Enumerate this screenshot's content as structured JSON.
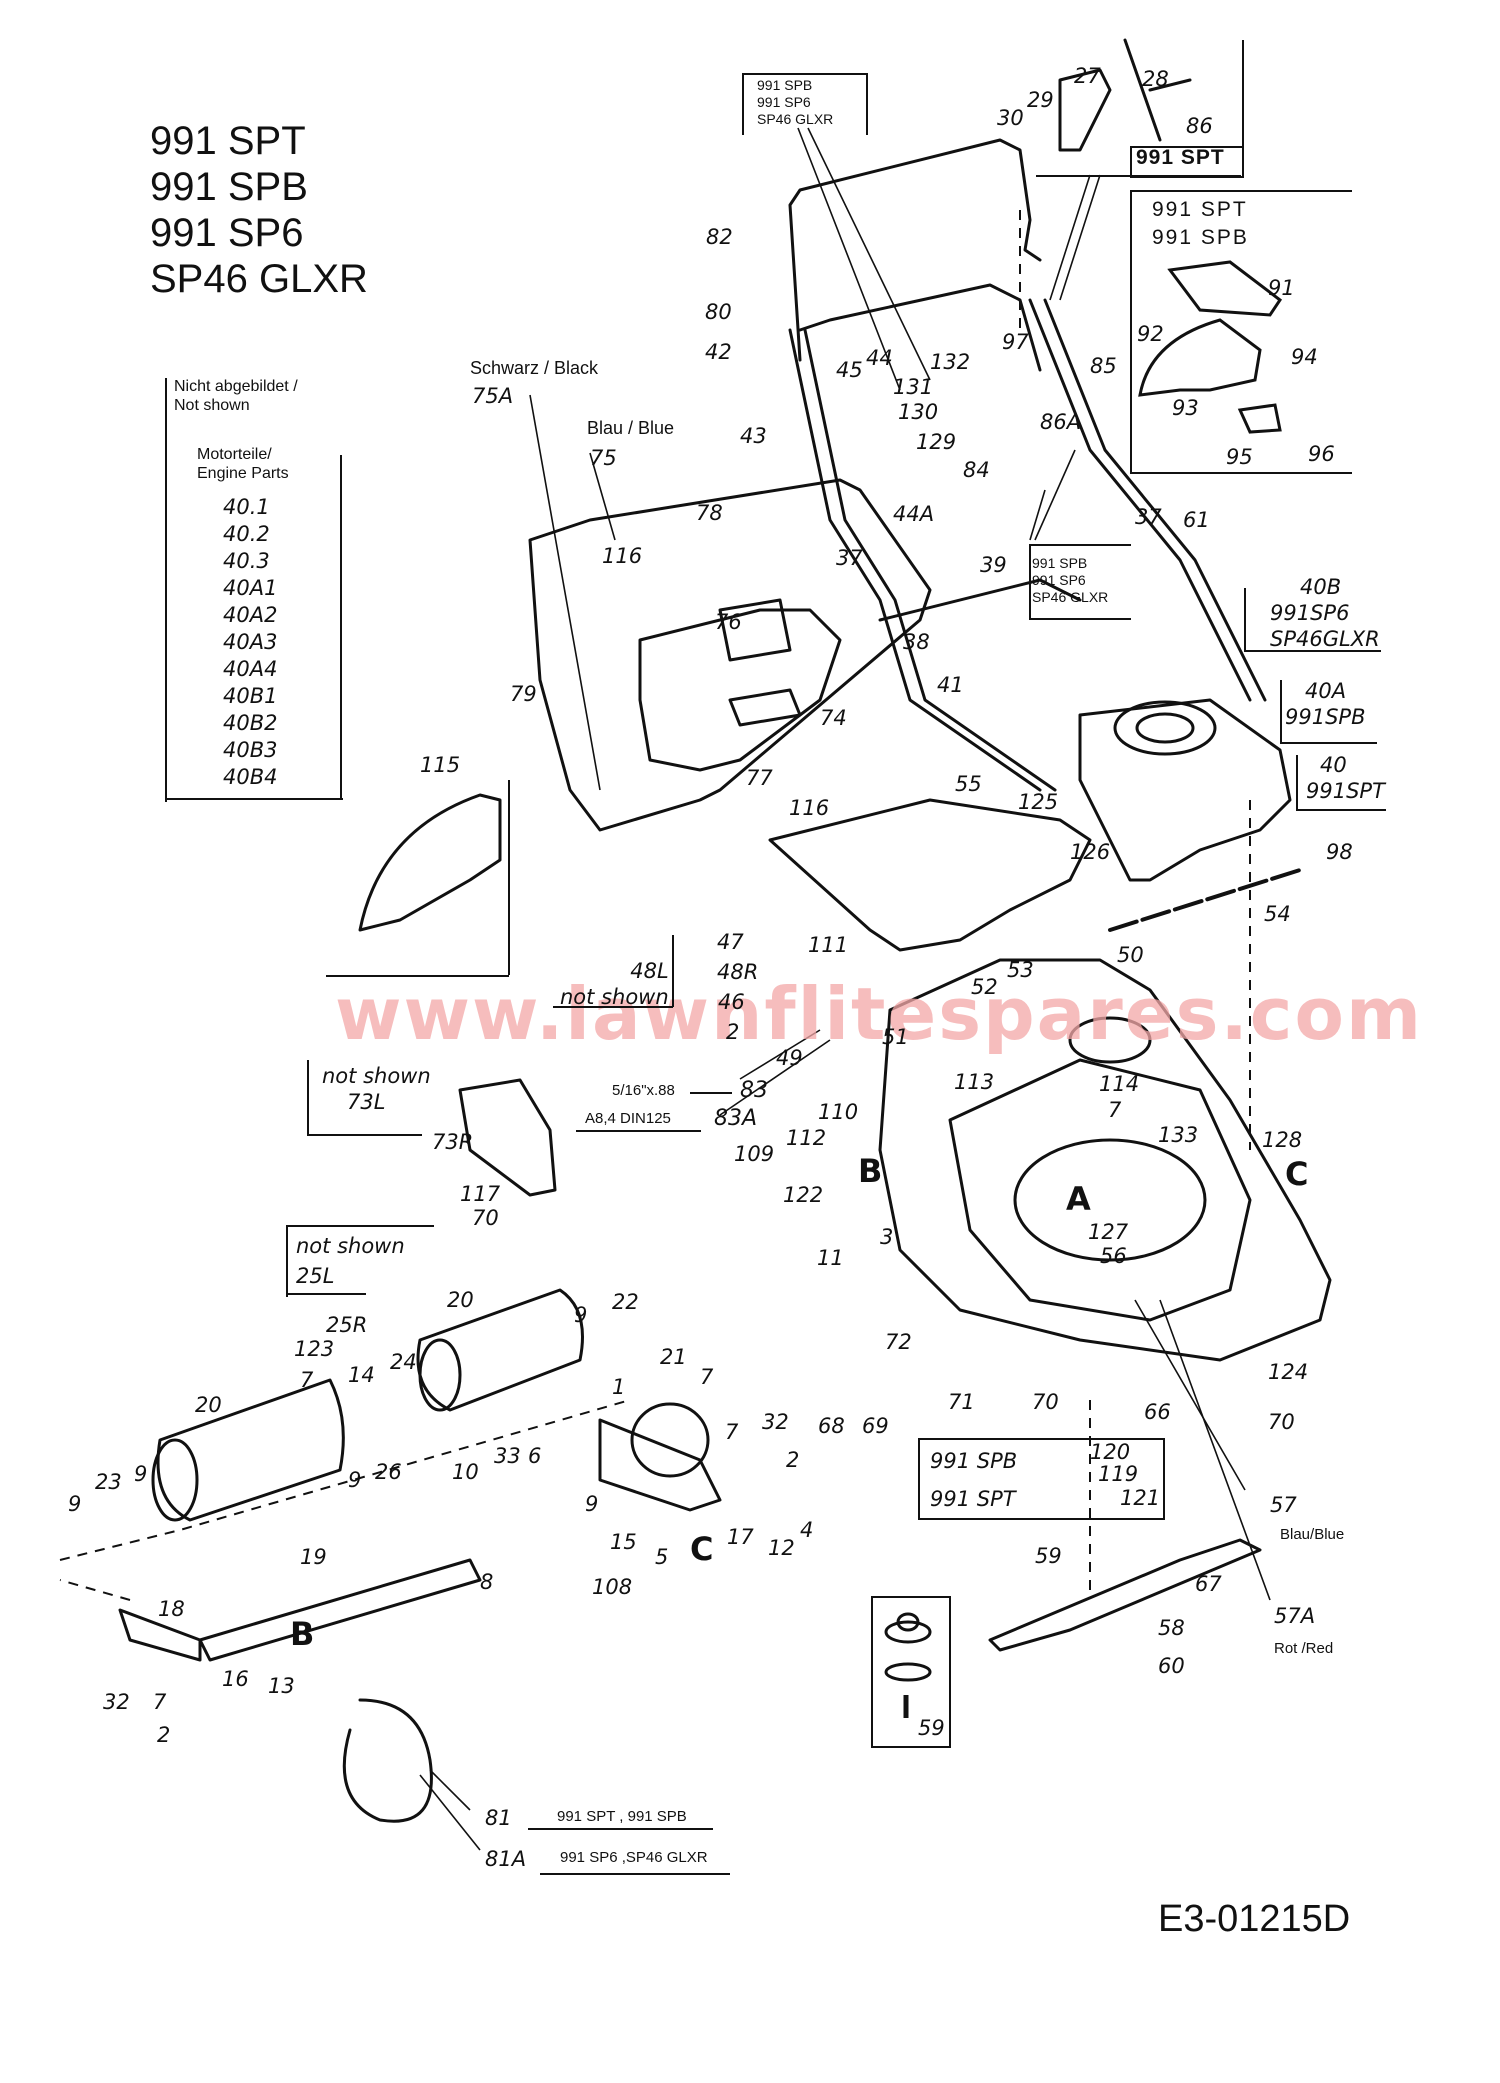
{
  "models": [
    "991 SPT",
    "991 SPB",
    "991 SP6",
    "SP46 GLXR"
  ],
  "not_shown_box": {
    "heading": [
      "Nicht abgebildet /",
      "Not shown"
    ],
    "subheading": [
      "Motorteile/",
      "Engine Parts"
    ],
    "items": [
      "40.1",
      "40.2",
      "40.3",
      "40A1",
      "40A2",
      "40A3",
      "40A4",
      "40B1",
      "40B2",
      "40B3",
      "40B4"
    ]
  },
  "grass_bag": {
    "black_label": "Schwarz / Black",
    "black_part": "75A",
    "blue_label": "Blau / Blue",
    "blue_part": "75"
  },
  "model_boxes": {
    "handle_top": [
      "991 SPB",
      "991 SP6",
      "SP46 GLXR"
    ],
    "throttle_model": "991 SPT",
    "drive_cover": [
      "991 SPT",
      "991 SPB"
    ],
    "handle_lower": [
      "991 SPB",
      "991 SP6",
      "SP46 GLXR"
    ],
    "engine_40b": [
      "40B",
      "991SP6",
      "SP46GLXR"
    ],
    "engine_40a": [
      "40A",
      "991SPB"
    ],
    "engine_40": [
      "40",
      "991SPT"
    ],
    "pulley": [
      "991 SPB",
      "991 SPT"
    ],
    "not_shown_48l": [
      "48L",
      "not shown"
    ],
    "not_shown_73l": [
      "not shown",
      "73L"
    ],
    "not_shown_25l": [
      "not shown",
      "25L"
    ]
  },
  "specs": {
    "p83": "5/16\"x.88",
    "p83a": "A8,4 DIN125"
  },
  "deck_colors": {
    "p57": "57",
    "p57_label": "Blau/Blue",
    "p57a": "57A",
    "p57a_label": "Rot /Red"
  },
  "cable_notes": {
    "p81": "81",
    "p81_models": "991 SPT , 991 SPB",
    "p81a": "81A",
    "p81a_models": "991 SP6 ,SP46 GLXR"
  },
  "section_letters": [
    "A",
    "B",
    "C"
  ],
  "watermark": "www.lawnflitespares.com",
  "diagram_code": "E3-01215D",
  "callouts": {
    "c27": "27",
    "c28": "28",
    "c29": "29",
    "c30": "30",
    "c86": "86",
    "c82": "82",
    "c80": "80",
    "c42": "42",
    "c45": "45",
    "c44": "44",
    "c43": "43",
    "c132": "132",
    "c97": "97",
    "c85": "85",
    "c131": "131",
    "c130": "130",
    "c129": "129",
    "c86a": "86A",
    "c84": "84",
    "c44a": "44A",
    "c91": "91",
    "c92": "92",
    "c93": "93",
    "c94": "94",
    "c95": "95",
    "c96": "96",
    "c78": "78",
    "c116a": "116",
    "c37a": "37",
    "c37b": "37",
    "c61": "61",
    "c39": "39",
    "c38": "38",
    "c76": "76",
    "c41": "41",
    "c79": "79",
    "c74": "74",
    "c77": "77",
    "c116b": "116",
    "c55": "55",
    "c115": "115",
    "c125": "125",
    "c126": "126",
    "c98": "98",
    "c54": "54",
    "c47": "47",
    "c111": "111",
    "c48r": "48R",
    "c46": "46",
    "c2a": "2",
    "c49": "49",
    "c51": "51",
    "c52": "52",
    "c53": "53",
    "c50": "50",
    "c83": "83",
    "c83a": "83A",
    "c113": "113",
    "c114": "114",
    "c110": "110",
    "c112": "112",
    "c109": "109",
    "c7a": "7",
    "c133": "133",
    "c128": "128",
    "c122": "122",
    "c3": "3",
    "c11": "11",
    "c127": "127",
    "c56": "56",
    "c73r": "73R",
    "c117": "117",
    "c70a": "70",
    "c20a": "20",
    "c20b": "20",
    "c9a": "9",
    "c22": "22",
    "c21": "21",
    "c123": "123",
    "c25r": "25R",
    "c14": "14",
    "c24": "24",
    "c7b": "7",
    "c9b": "9",
    "c26": "26",
    "c1": "1",
    "c10": "10",
    "c33": "33",
    "c6": "6",
    "c9c": "9",
    "c7c": "7",
    "c32a": "32",
    "c7d": "7",
    "c2b": "2",
    "c23": "23",
    "c9d": "9",
    "c9e": "9",
    "c19": "19",
    "c15": "15",
    "c5": "5",
    "c17": "17",
    "c12": "12",
    "c4": "4",
    "c8": "8",
    "c108": "108",
    "c18": "18",
    "c16": "16",
    "c32b": "32",
    "c7e": "7",
    "c2c": "2",
    "c13": "13",
    "c72": "72",
    "c68": "68",
    "c69": "69",
    "c71": "71",
    "c70b": "70",
    "c66": "66",
    "c124": "124",
    "c70c": "70",
    "c120": "120",
    "c119": "119",
    "c121": "121",
    "c59a": "59",
    "c67": "67",
    "c58": "58",
    "c60": "60",
    "c59b": "59"
  }
}
